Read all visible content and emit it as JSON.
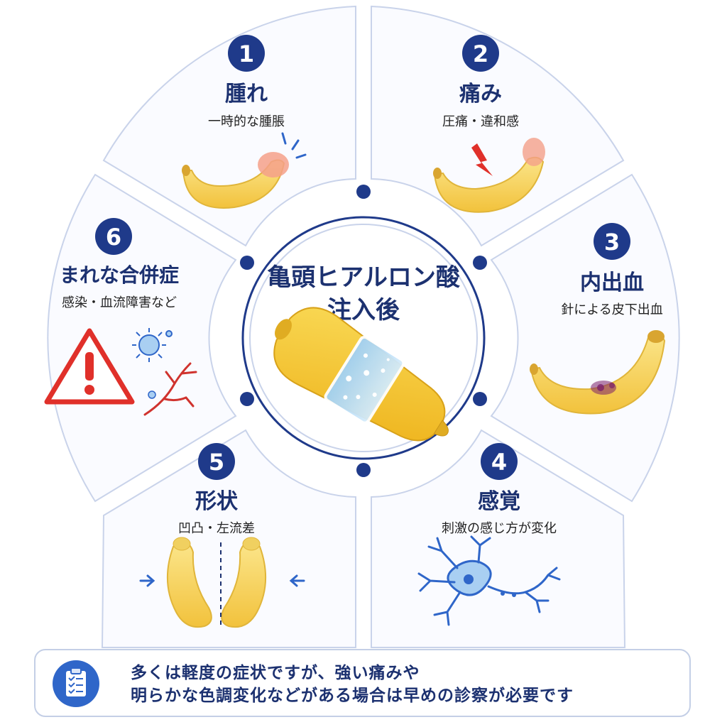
{
  "center": {
    "line1": "亀頭ヒアルロン酸",
    "line2": "注入後"
  },
  "segments": [
    {
      "number": "1",
      "title": "腫れ",
      "subtitle": "一時的な腫脹"
    },
    {
      "number": "2",
      "title": "痛み",
      "subtitle": "圧痛・違和感"
    },
    {
      "number": "3",
      "title": "内出血",
      "subtitle": "針による皮下出血"
    },
    {
      "number": "4",
      "title": "感覚",
      "subtitle": "刺激の感じ方が変化"
    },
    {
      "number": "5",
      "title": "形状",
      "subtitle": "凹凸・左流差"
    },
    {
      "number": "6",
      "title": "まれな合併症",
      "subtitle": "感染・血流障害など"
    }
  ],
  "note": {
    "line1": "多くは軽度の症状ですが、強い痛みや",
    "line2": "明らかな色調変化などがある場合は早めの診察が必要です"
  },
  "colors": {
    "navy": "#1c3170",
    "badge": "#1f3a8a",
    "banana": "#f7d35a",
    "accent_blue": "#2f66c9",
    "warning_red": "#e0302a",
    "bruise": "#7a1f6a"
  }
}
